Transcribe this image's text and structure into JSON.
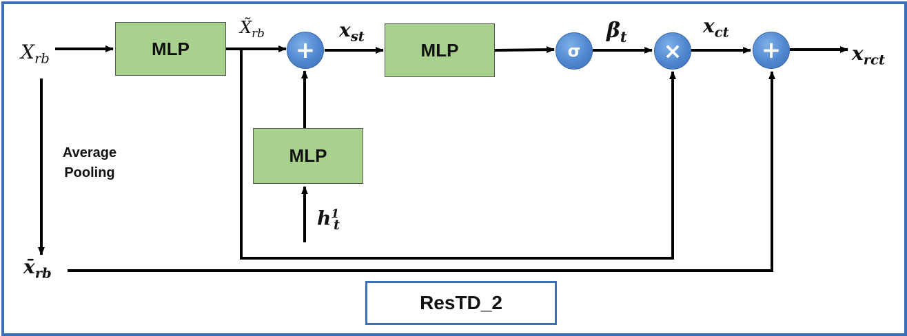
{
  "blocks": {
    "mlp1": "MLP",
    "mlp2": "MLP",
    "mlp3": "MLP"
  },
  "operators": {
    "add1": "+",
    "sigma": "σ",
    "multiply": "×",
    "add2": "+"
  },
  "labels": {
    "x_rb_base": "X",
    "x_rb_sub": "rb",
    "x_tilde_base": "X̃",
    "x_tilde_sub": "rb",
    "x_st_base": "x",
    "x_st_sub": "st",
    "beta_base": "β",
    "beta_sub": "t",
    "x_ct_base": "x",
    "x_ct_sub": "ct",
    "x_rct_base": "x",
    "x_rct_sub": "rct",
    "h_base": "h",
    "h_sub": "t",
    "h_sup": "1",
    "x_bar_base": "x̄",
    "x_bar_sub": "rb",
    "pooling_line1": "Average",
    "pooling_line2": "Pooling"
  },
  "title": "ResTD_2",
  "colors": {
    "frame": "#3c6fb6",
    "mlp_fill": "#a9d18e",
    "operator_fill": "#4f86cf"
  }
}
